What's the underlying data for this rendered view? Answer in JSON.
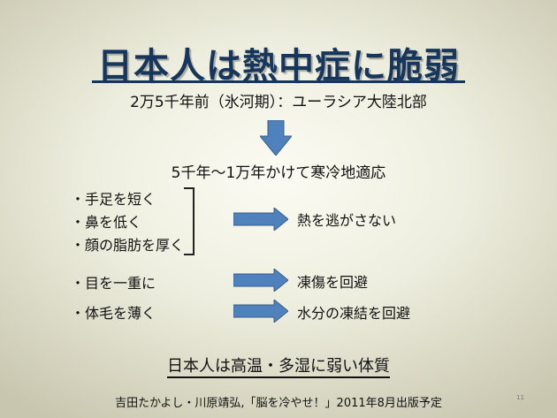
{
  "title": "日本人は熱中症に脆弱",
  "subtitle": "2万5千年前（氷河期）：ユーラシア大陸北部",
  "midline": "5千年〜1万年かけて寒冷地適応",
  "bullets": [
    "・手足を短く",
    "・鼻を低く",
    "・顔の脂肪を厚く",
    "・目を一重に",
    "・体毛を薄く"
  ],
  "results": [
    "熱を逃がさない",
    "凍傷を回避",
    "水分の凍結を回避"
  ],
  "conclusion": "日本人は高温・多湿に弱い体質",
  "citation": "吉田たかよし・川原靖弘,「脳を冷やせ！」2011年8月出版予定",
  "page_number": "11",
  "colors": {
    "title": "#17365d",
    "arrow_fill": "#4f81bd",
    "arrow_stroke": "#385d8a"
  }
}
